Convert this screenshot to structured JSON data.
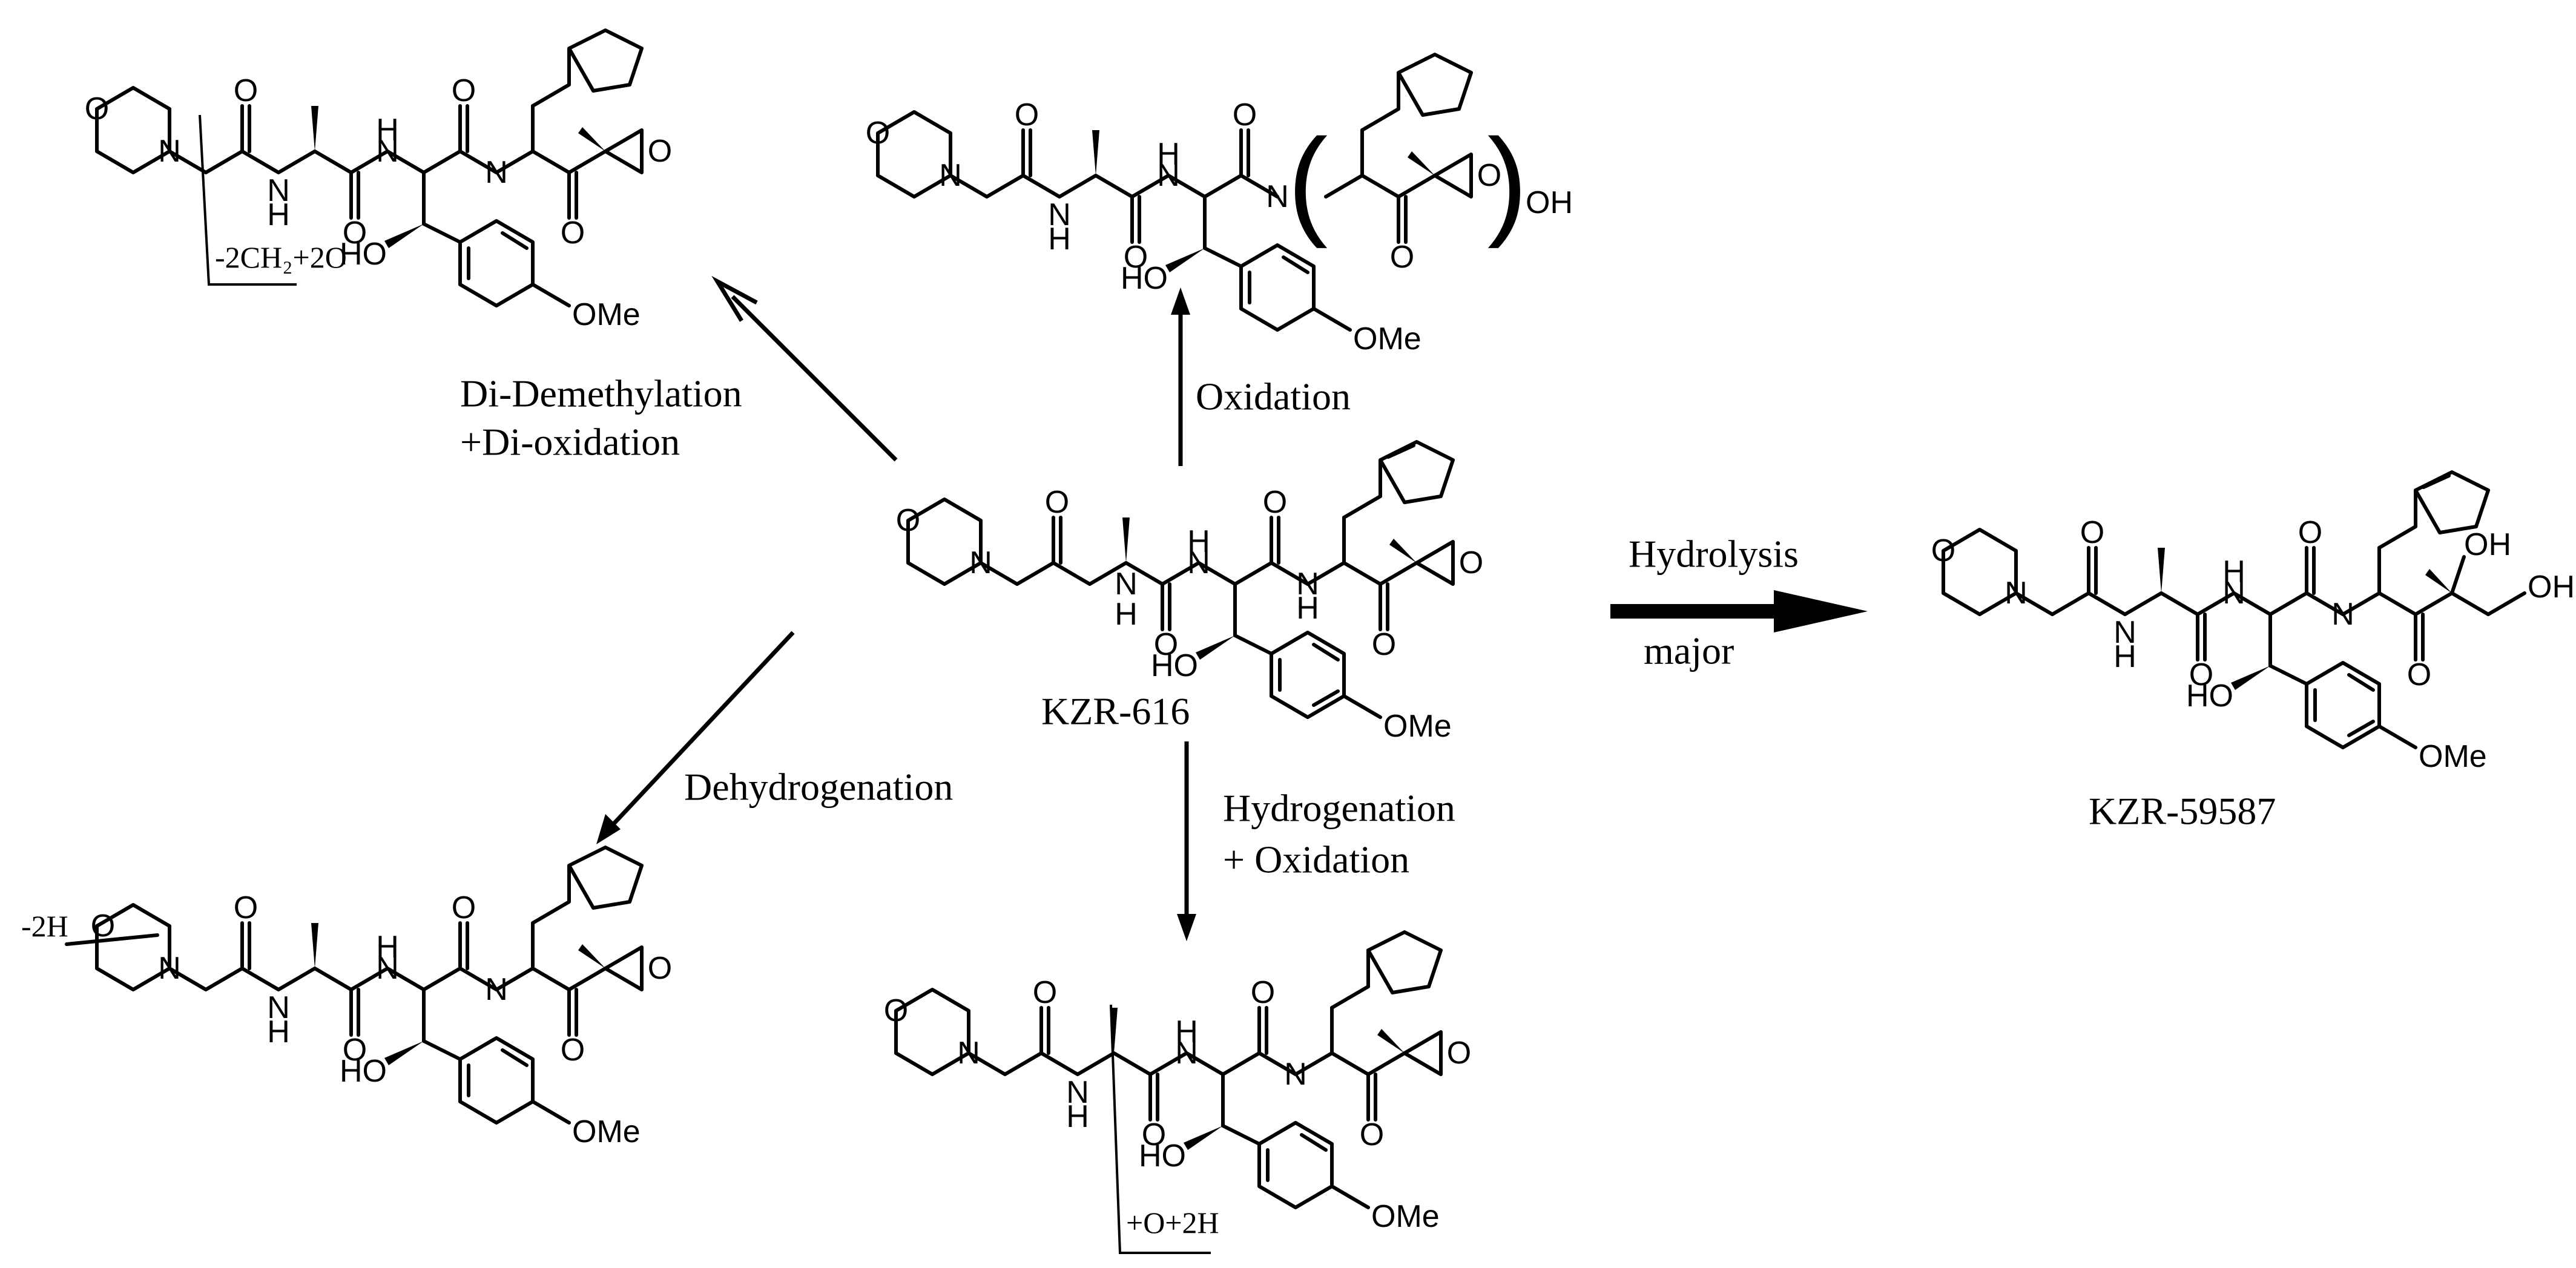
{
  "atoms": {
    "o": "O",
    "n": "N",
    "h": "H",
    "ho": "HO",
    "oh": "OH",
    "ome": "OMe"
  },
  "compounds": {
    "parent": {
      "name": "KZR-616"
    },
    "hydrolysis_product": {
      "name": "KZR-59587"
    },
    "demethyl_product": {
      "modification": "-2CH₂+2O"
    },
    "dehydro_product": {
      "modification": "-2H"
    },
    "hydro_product": {
      "modification": "+O+2H"
    }
  },
  "reactions": {
    "oxidation": "Oxidation",
    "didemethylation_line1": "Di-Demethylation",
    "didemethylation_line2": "+Di-oxidation",
    "dehydrogenation": "Dehydrogenation",
    "hydrogenation_line1": "Hydrogenation",
    "hydrogenation_line2": "+ Oxidation",
    "hydrolysis": "Hydrolysis",
    "hydrolysis_qualifier": "major"
  }
}
